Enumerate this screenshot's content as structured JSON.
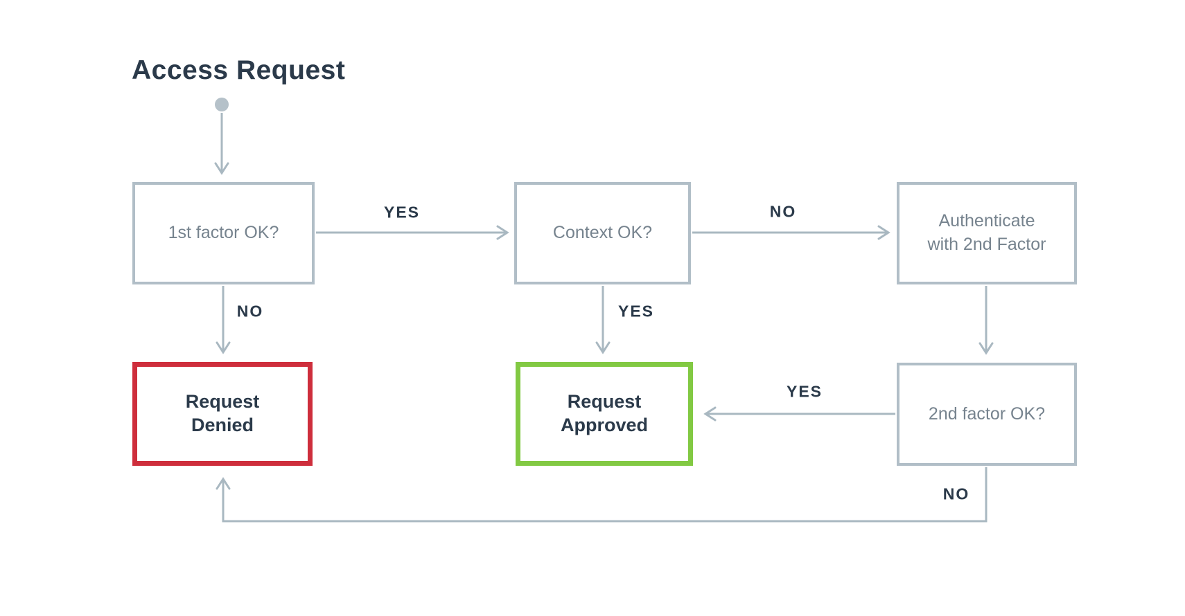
{
  "title": "Access Request",
  "nodes": {
    "first_factor": "1st factor OK?",
    "context": "Context OK?",
    "authenticate": "Authenticate\nwith 2nd Factor",
    "denied": "Request\nDenied",
    "approved": "Request\nApproved",
    "second_factor": "2nd factor OK?"
  },
  "edge_labels": {
    "first_to_context": "YES",
    "context_to_authenticate": "NO",
    "first_to_denied": "NO",
    "context_to_approved": "YES",
    "second_to_approved": "YES",
    "second_to_denied": "NO"
  },
  "colors": {
    "title_text": "#2b3a4a",
    "node_border": "#b1bec7",
    "node_text": "#76838e",
    "arrow": "#a9b8c1",
    "edge_label_text": "#2b3a4a",
    "denied_border": "#ce2e3c",
    "approved_border": "#82c943",
    "background": "#ffffff"
  }
}
